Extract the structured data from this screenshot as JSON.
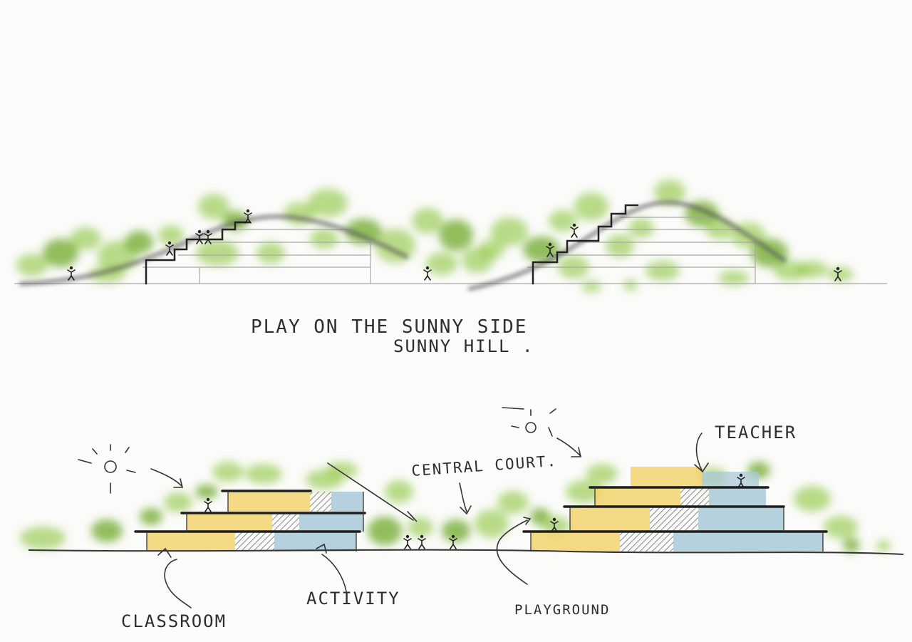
{
  "colors": {
    "ink": "#2a2a2a",
    "pencil": "#9a9a9a",
    "foliage": "#8cc43c",
    "foliage_dark": "#6fa82a",
    "classroom": "#f2d46e",
    "activity": "#a9c9d8",
    "paper": "#fbfbfa"
  },
  "top_section": {
    "caption_line1": "PLAY ON THE SUNNY SIDE",
    "caption_line2": "SUNNY HILL ."
  },
  "bottom_section": {
    "labels": {
      "classroom": "CLASSROOM",
      "activity": "ACTIVITY",
      "playground": "PLAYGROUND",
      "central_court": "CENTRAL COURT.",
      "teacher": "TEACHER"
    }
  }
}
